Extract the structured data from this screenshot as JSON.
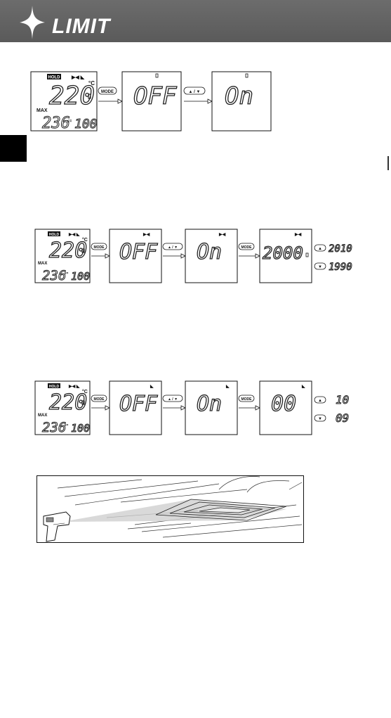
{
  "brand": {
    "name": "LIMIT"
  },
  "row1": {
    "main_display": {
      "hold_badge": "HOLD",
      "reading": "220",
      "unit": "°C",
      "max_label": "MAX",
      "max_reading": "236",
      "emissivity_value": "100"
    },
    "mode_button": "MODE",
    "screen_off": "OFF",
    "updown_button": "▲ / ▼",
    "screen_on": "On"
  },
  "row2": {
    "main_display": {
      "hold_badge": "HOLD",
      "reading": "220",
      "unit": "°C",
      "max_label": "MAX",
      "max_reading": "236",
      "emissivity_value": "100"
    },
    "mode_button_1": "MODE",
    "screen_off": "OFF",
    "updown_button": "▲ / ▼",
    "screen_on": "On",
    "mode_button_2": "MODE",
    "screen_value": "2000",
    "up_button": "▲",
    "up_result": "2010",
    "down_button": "▼",
    "down_result": "1990"
  },
  "row3": {
    "main_display": {
      "hold_badge": "HOLD",
      "reading": "220",
      "unit": "°C",
      "max_label": "MAX",
      "max_reading": "236",
      "emissivity_value": "100"
    },
    "mode_button_1": "MODE",
    "screen_off": "OFF",
    "updown_button": "▲ / ▼",
    "screen_on": "On",
    "mode_button_2": "MODE",
    "screen_value": "00",
    "up_button": "▲",
    "up_result": "10",
    "down_button": "▼",
    "down_result": "09"
  }
}
